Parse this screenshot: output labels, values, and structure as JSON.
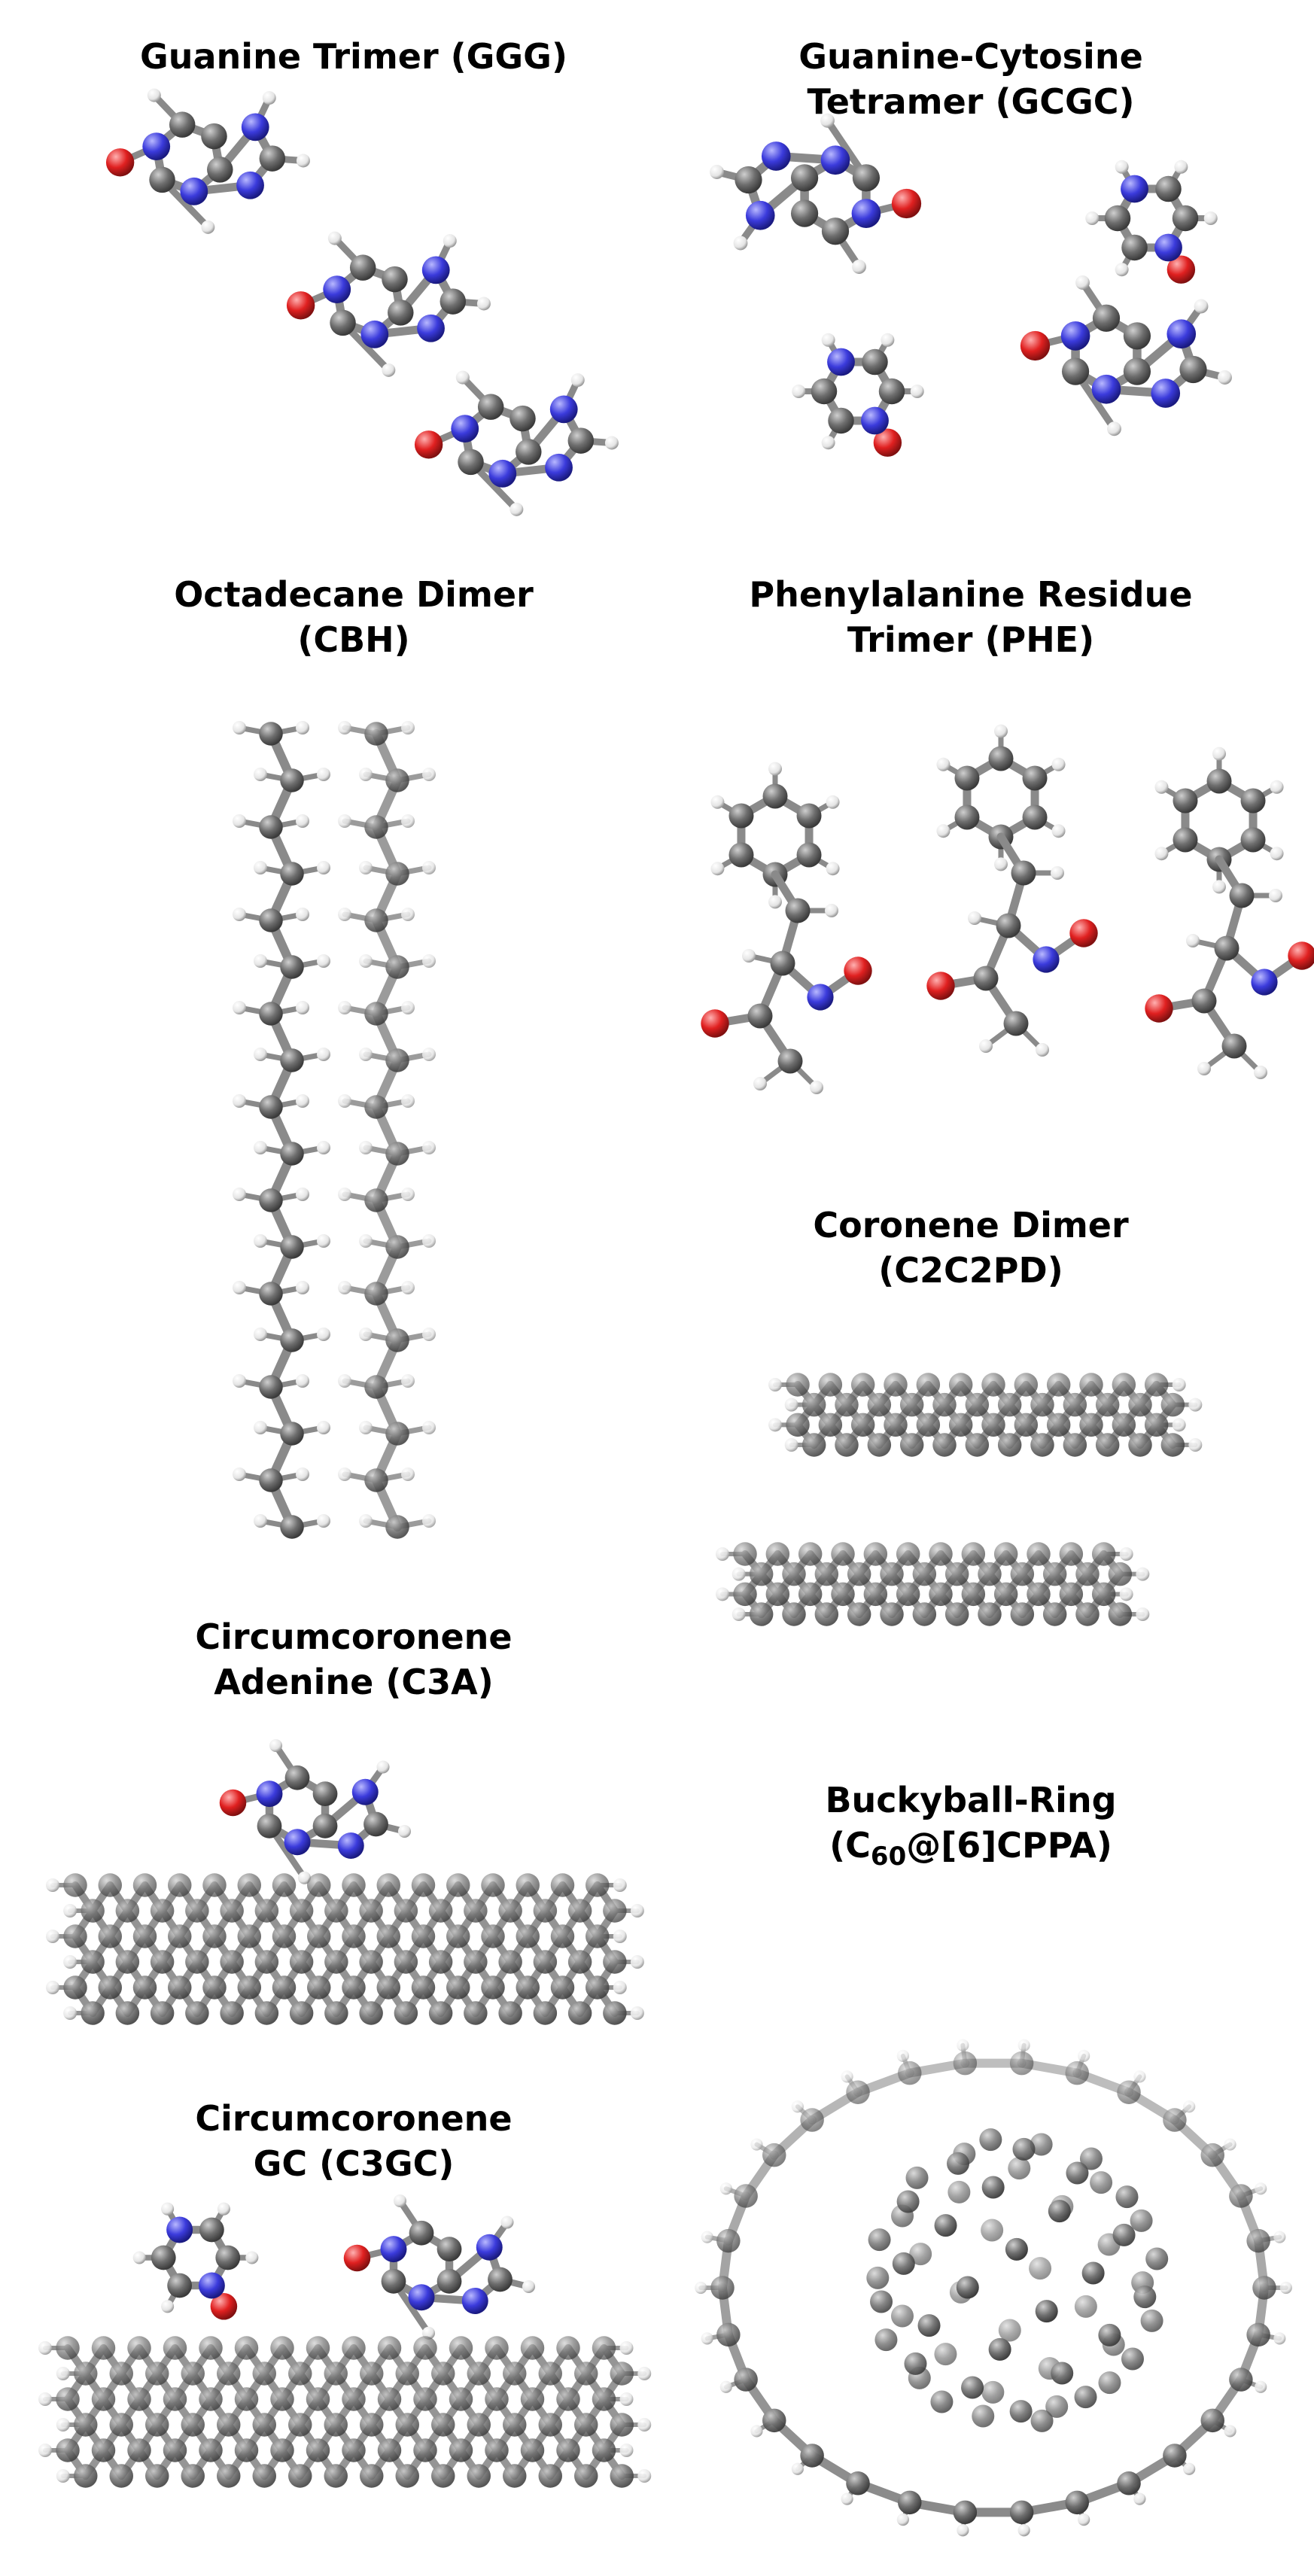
{
  "panels": {
    "ggg": {
      "line1": "Guanine Trimer (GGG)"
    },
    "gcgc": {
      "line1": "Guanine-Cytosine",
      "line2": "Tetramer (GCGC)"
    },
    "cbh": {
      "line1": "Octadecane Dimer",
      "line2": "(CBH)"
    },
    "phe": {
      "line1": "Phenylalanine Residue",
      "line2": "Trimer (PHE)"
    },
    "c2c2pd": {
      "line1": "Coronene Dimer",
      "line2": "(C2C2PD)"
    },
    "c3a": {
      "line1": "Circumcoronene",
      "line2": "Adenine (C3A)"
    },
    "bucky": {
      "line1": "Buckyball-Ring",
      "line2_open": "(C",
      "line2_sub": "60",
      "line2_rest": "@[6]CPPA",
      "line2_close": ")"
    },
    "c3gc": {
      "line1": "Circumcoronene",
      "line2": "GC (C3GC)"
    }
  },
  "colors": {
    "carbon": "#6e6e6e",
    "nitrogen": "#3b3bdc",
    "oxygen": "#e02020",
    "hydrogen": "#f2f2f2",
    "bond": "#8a8a8a"
  }
}
